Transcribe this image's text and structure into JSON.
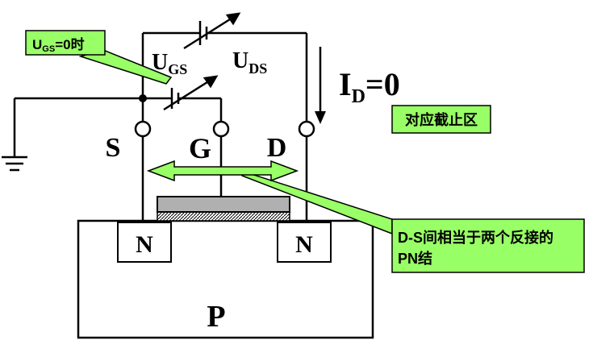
{
  "labels": {
    "ugs_callout_main": "U",
    "ugs_callout_sub": "GS",
    "ugs_callout_rest": "=0时",
    "ugs_main": "U",
    "ugs_sub": "GS",
    "uds_main": "U",
    "uds_sub": "DS",
    "id_main": "I",
    "id_sub": "D",
    "id_rest": "=0",
    "cutoff_region": "对应截止区",
    "terminal_s": "S",
    "terminal_g": "G",
    "terminal_d": "D",
    "n_left": "N",
    "n_right": "N",
    "substrate_p": "P",
    "pn_note_line1": "D-S间相当于两个反接的",
    "pn_note_line2": "PN结"
  },
  "colors": {
    "callout_fill": "#99ff66",
    "arrow_fill": "#99ff66",
    "gate_metal": "#b0b0b0",
    "outline": "#000000"
  }
}
